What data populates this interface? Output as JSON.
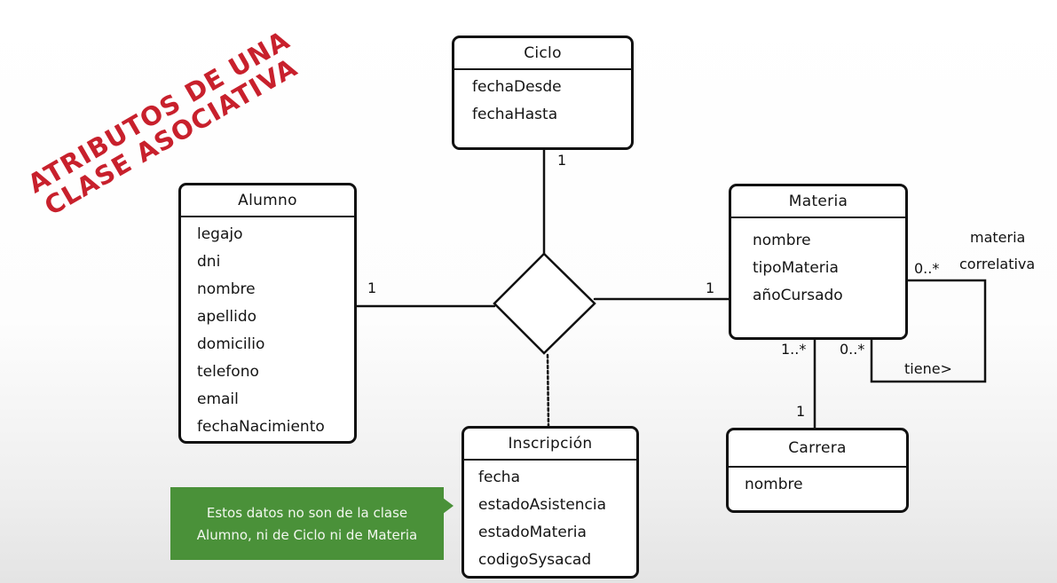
{
  "title": {
    "line1": "ATRIBUTOS DE UNA",
    "line2": "CLASE ASOCIATIVA"
  },
  "classes": {
    "ciclo": {
      "name": "Ciclo",
      "attributes": [
        "fechaDesde",
        "fechaHasta"
      ]
    },
    "alumno": {
      "name": "Alumno",
      "attributes": [
        "legajo",
        "dni",
        "nombre",
        "apellido",
        "domicilio",
        "telefono",
        "email",
        "fechaNacimiento"
      ]
    },
    "materia": {
      "name": "Materia",
      "attributes": [
        "nombre",
        "tipoMateria",
        "añoCursado"
      ]
    },
    "inscripcion": {
      "name": "Inscripción",
      "attributes": [
        "fecha",
        "estadoAsistencia",
        "estadoMateria",
        "codigoSysacad"
      ]
    },
    "carrera": {
      "name": "Carrera",
      "attributes": [
        "nombre"
      ]
    }
  },
  "multiplicities": {
    "ciclo": "1",
    "alumno": "1",
    "materia": "1",
    "materia_carrera": "1..*",
    "carrera": "1",
    "self_bottom": "0..*",
    "self_right": "0..*"
  },
  "self_association": {
    "role_line1": "materia",
    "role_line2": "correlativa",
    "label": "tiene>"
  },
  "note": {
    "line1": "Estos datos no son de la clase",
    "line2": "Alumno, ni de Ciclo ni de Materia"
  },
  "colors": {
    "title": "#c8202c",
    "note_bg": "#4a9139",
    "note_text": "#f2f7ef",
    "ink": "#111111"
  }
}
